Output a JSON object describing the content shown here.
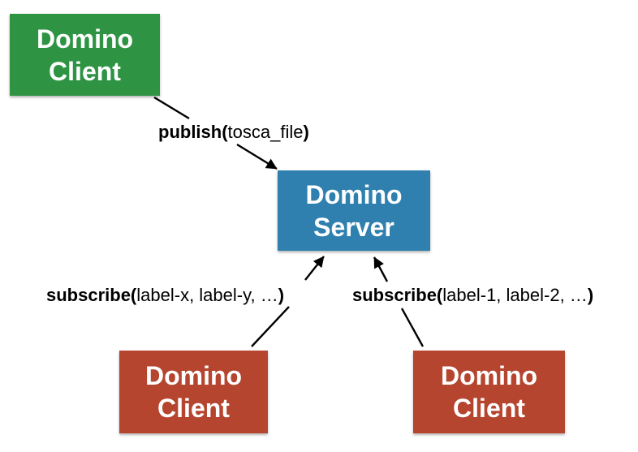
{
  "nodes": [
    {
      "id": "client-publisher",
      "line1": "Domino",
      "line2": "Client",
      "color": "#2E9444",
      "text_color": "#FFFFFF"
    },
    {
      "id": "server",
      "line1": "Domino",
      "line2": "Server",
      "color": "#2F80AF",
      "text_color": "#FFFFFF"
    },
    {
      "id": "client-subscriber-left",
      "line1": "Domino",
      "line2": "Client",
      "color": "#B5452F",
      "text_color": "#FFFFFF"
    },
    {
      "id": "client-subscriber-right",
      "line1": "Domino",
      "line2": "Client",
      "color": "#B5452F",
      "text_color": "#FFFFFF"
    }
  ],
  "edges": [
    {
      "id": "publish",
      "bold_open": "publish(",
      "args": "tosca_file",
      "bold_close": ")"
    },
    {
      "id": "subscribe-left",
      "bold_open": "subscribe(",
      "args": "label-x, label-y, …",
      "bold_close": ")"
    },
    {
      "id": "subscribe-right",
      "bold_open": "subscribe(",
      "args": "label-1, label-2, …",
      "bold_close": ")"
    }
  ],
  "colors": {
    "background": "#FFFFFF",
    "arrow": "#000000",
    "publisher_fill": "#2E9444",
    "server_fill": "#2F80AF",
    "subscriber_fill": "#B5452F"
  }
}
